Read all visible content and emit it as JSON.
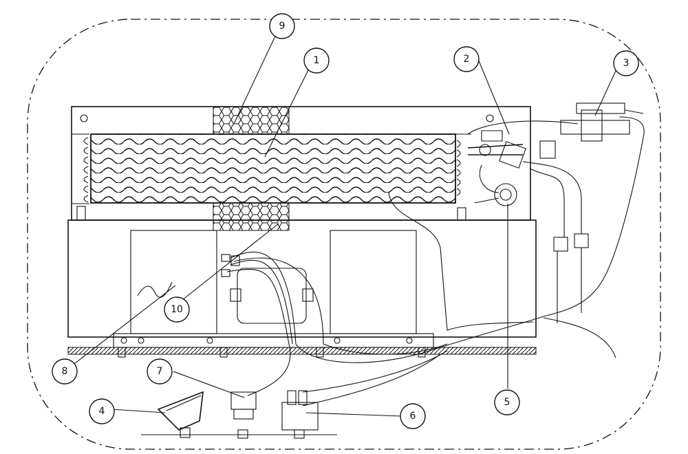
{
  "callouts": [
    {
      "label": "1",
      "target": "coil"
    },
    {
      "label": "2",
      "target": "valve"
    },
    {
      "label": "3",
      "target": "solenoid"
    },
    {
      "label": "4",
      "target": "probe"
    },
    {
      "label": "5",
      "target": "bulb"
    },
    {
      "label": "6",
      "target": "relay"
    },
    {
      "label": "7",
      "target": "connector"
    },
    {
      "label": "8",
      "target": "panel"
    },
    {
      "label": "9",
      "target": "mesh-top"
    },
    {
      "label": "10",
      "target": "mesh-bottom"
    }
  ],
  "colors": {
    "ink": "#111111",
    "background": "#ffffff"
  }
}
